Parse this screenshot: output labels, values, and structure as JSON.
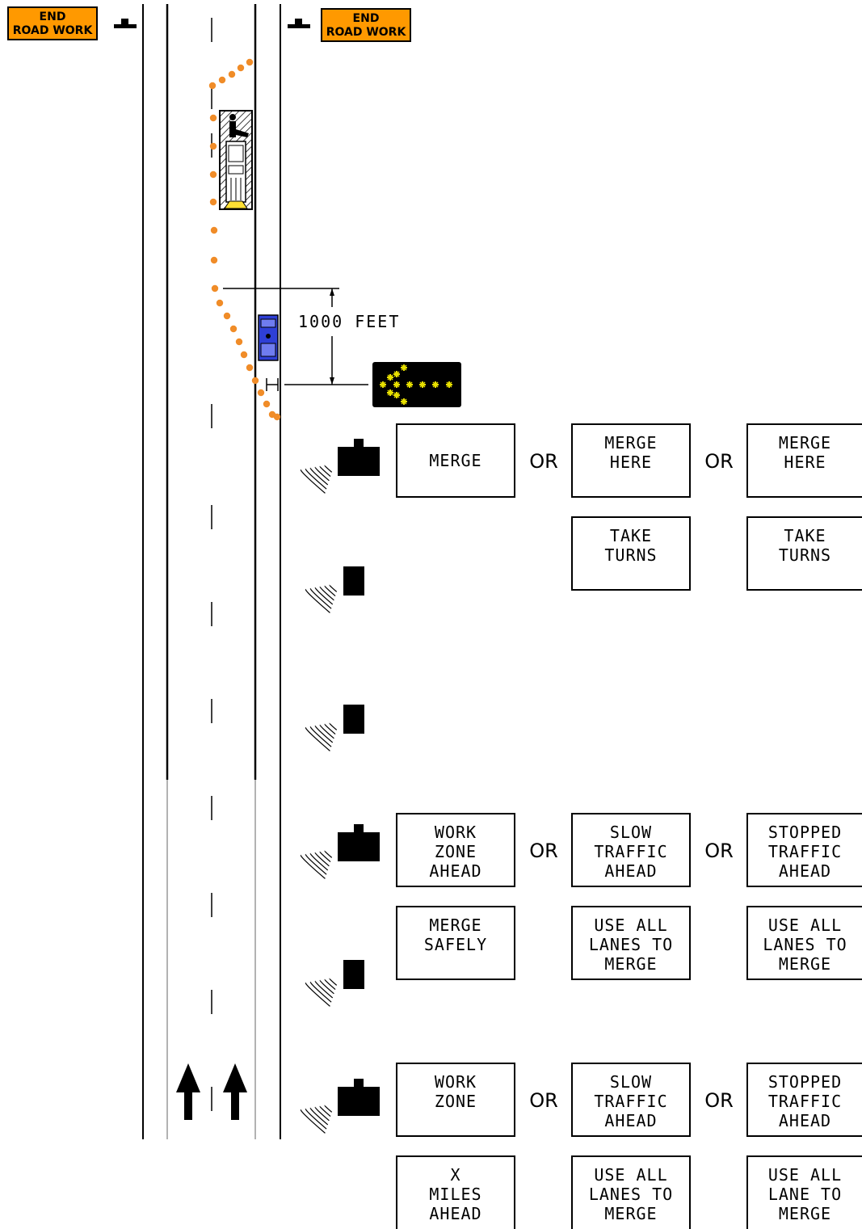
{
  "end_sign": {
    "line1": "END",
    "line2": "ROAD WORK"
  },
  "dimension": {
    "label": "1000 FEET"
  },
  "or_text": "OR",
  "colors": {
    "channelizer": "#f08c28",
    "sign_orange": "#ff9900",
    "patrol_vehicle": "#2e3fd6",
    "arrow_board_lights": "#e8e000"
  },
  "message_groups": [
    {
      "options": [
        {
          "phases": [
            [
              "MERGE"
            ]
          ]
        },
        {
          "phases": [
            [
              "MERGE",
              "HERE"
            ],
            [
              "TAKE",
              "TURNS"
            ]
          ]
        },
        {
          "phases": [
            [
              "MERGE",
              "HERE"
            ],
            [
              "TAKE",
              "TURNS"
            ]
          ]
        }
      ]
    },
    {
      "options": [
        {
          "phases": [
            [
              "WORK",
              "ZONE",
              "AHEAD"
            ],
            [
              "MERGE",
              "SAFELY"
            ]
          ]
        },
        {
          "phases": [
            [
              "SLOW",
              "TRAFFIC",
              "AHEAD"
            ],
            [
              "USE ALL",
              "LANES TO",
              "MERGE"
            ]
          ]
        },
        {
          "phases": [
            [
              "STOPPED",
              "TRAFFIC",
              "AHEAD"
            ],
            [
              "USE ALL",
              "LANES TO",
              "MERGE"
            ]
          ]
        }
      ]
    },
    {
      "options": [
        {
          "phases": [
            [
              "WORK",
              "ZONE"
            ],
            [
              "X",
              "MILES",
              "AHEAD"
            ]
          ]
        },
        {
          "phases": [
            [
              "SLOW",
              "TRAFFIC",
              "AHEAD"
            ],
            [
              "USE ALL",
              "LANES TO",
              "MERGE"
            ]
          ]
        },
        {
          "phases": [
            [
              "STOPPED",
              "TRAFFIC",
              "AHEAD"
            ],
            [
              "USE ALL",
              "LANE TO",
              "MERGE"
            ]
          ]
        }
      ]
    }
  ]
}
